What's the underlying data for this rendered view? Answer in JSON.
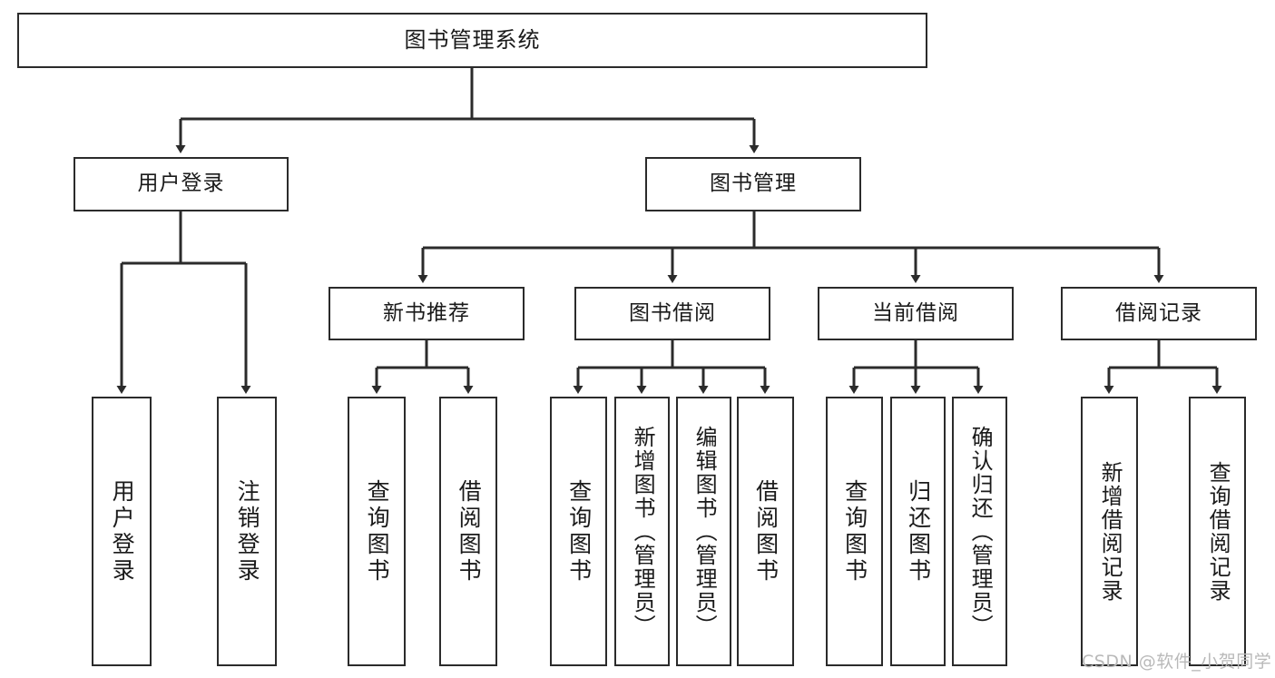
{
  "diagram": {
    "title": "图书管理系统",
    "type": "tree-hierarchy",
    "root": {
      "id": "root",
      "label": "图书管理系统"
    },
    "level1": [
      {
        "id": "user-login",
        "label": "用户登录"
      },
      {
        "id": "book-manage",
        "label": "图书管理"
      }
    ],
    "level2": [
      {
        "id": "new-book-rec",
        "label": "新书推荐",
        "parent": "book-manage"
      },
      {
        "id": "book-borrow",
        "label": "图书借阅",
        "parent": "book-manage"
      },
      {
        "id": "current-borrow",
        "label": "当前借阅",
        "parent": "book-manage"
      },
      {
        "id": "borrow-record",
        "label": "借阅记录",
        "parent": "book-manage"
      }
    ],
    "leaves": [
      {
        "id": "leaf-user-login",
        "label": "用户登录",
        "parent": "user-login"
      },
      {
        "id": "leaf-user-logout",
        "label": "注销登录",
        "parent": "user-login"
      },
      {
        "id": "leaf-query-book-1",
        "label": "查询图书",
        "parent": "new-book-rec"
      },
      {
        "id": "leaf-borrow-book-1",
        "label": "借阅图书",
        "parent": "new-book-rec"
      },
      {
        "id": "leaf-query-book-2",
        "label": "查询图书",
        "parent": "book-borrow"
      },
      {
        "id": "leaf-add-book",
        "label": "新增图书（管理员）",
        "parent": "book-borrow"
      },
      {
        "id": "leaf-edit-book",
        "label": "编辑图书（管理员）",
        "parent": "book-borrow"
      },
      {
        "id": "leaf-borrow-book-2",
        "label": "借阅图书",
        "parent": "book-borrow"
      },
      {
        "id": "leaf-query-book-3",
        "label": "查询图书",
        "parent": "current-borrow"
      },
      {
        "id": "leaf-return-book",
        "label": "归还图书",
        "parent": "current-borrow"
      },
      {
        "id": "leaf-confirm-return",
        "label": "确认归还（管理员）",
        "parent": "current-borrow"
      },
      {
        "id": "leaf-add-record",
        "label": "新增借阅记录",
        "parent": "borrow-record"
      },
      {
        "id": "leaf-query-record",
        "label": "查询借阅记录",
        "parent": "borrow-record"
      }
    ]
  },
  "watermark": {
    "text": "CSDN @软件_小贺同学"
  },
  "colors": {
    "border": "#2b2b2b",
    "background": "#ffffff",
    "text": "#1a1a1a",
    "edge": "#2b2b2b",
    "watermark": "#b9b9b9"
  }
}
